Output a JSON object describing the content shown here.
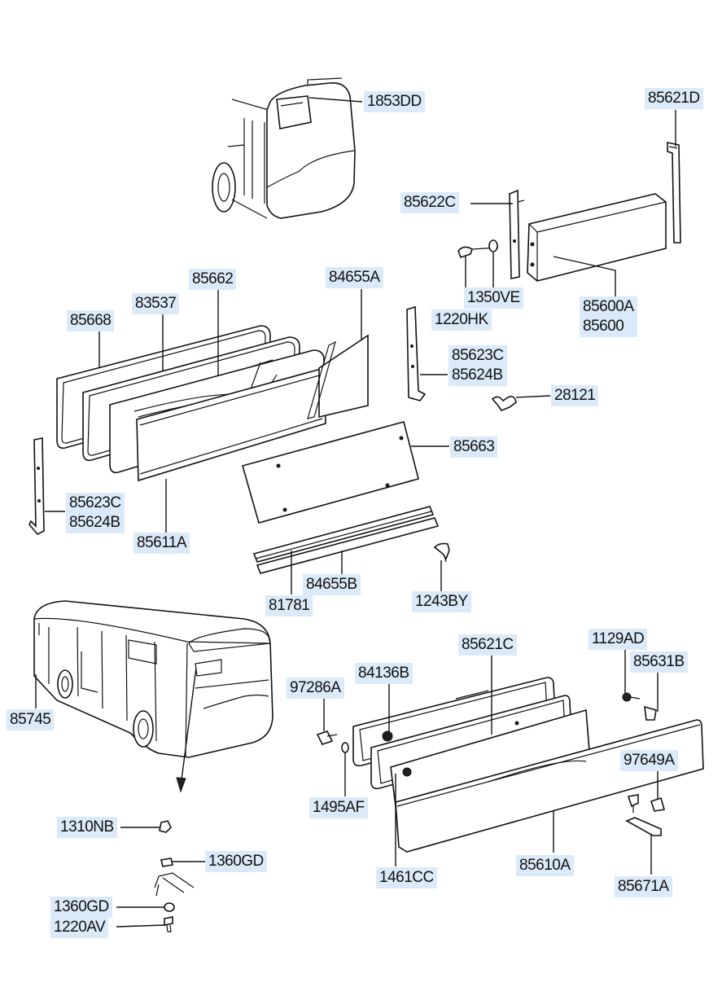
{
  "diagram": {
    "labels": {
      "l1853DD": "1853DD",
      "l85621D": "85621D",
      "l85622C": "85622C",
      "l1350VE": "1350VE",
      "l1220HK": "1220HK",
      "l85600A": [
        "85600A",
        "85600"
      ],
      "l84655A": "84655A",
      "l85662": "85662",
      "l83537": "83537",
      "l85668": "85668",
      "l85623C_r": [
        "85623C",
        "85624B"
      ],
      "l28121": "28121",
      "l85663": "85663",
      "l85623C_l": [
        "85623C",
        "85624B"
      ],
      "l85611A": "85611A",
      "l84655B": "84655B",
      "l81781": "81781",
      "l1243BY": "1243BY",
      "l1129AD": "1129AD",
      "l85621C": "85621C",
      "l85631B": "85631B",
      "l84136B": "84136B",
      "l97286A": "97286A",
      "l85745": "85745",
      "l97649A": "97649A",
      "l1495AF": "1495AF",
      "l1310NB": "1310NB",
      "l1360GD_a": "1360GD",
      "l1461CC": "1461CC",
      "l85610A": "85610A",
      "l85671A": "85671A",
      "l1360GD_b": "1360GD",
      "l1220AV": "1220AV"
    }
  }
}
